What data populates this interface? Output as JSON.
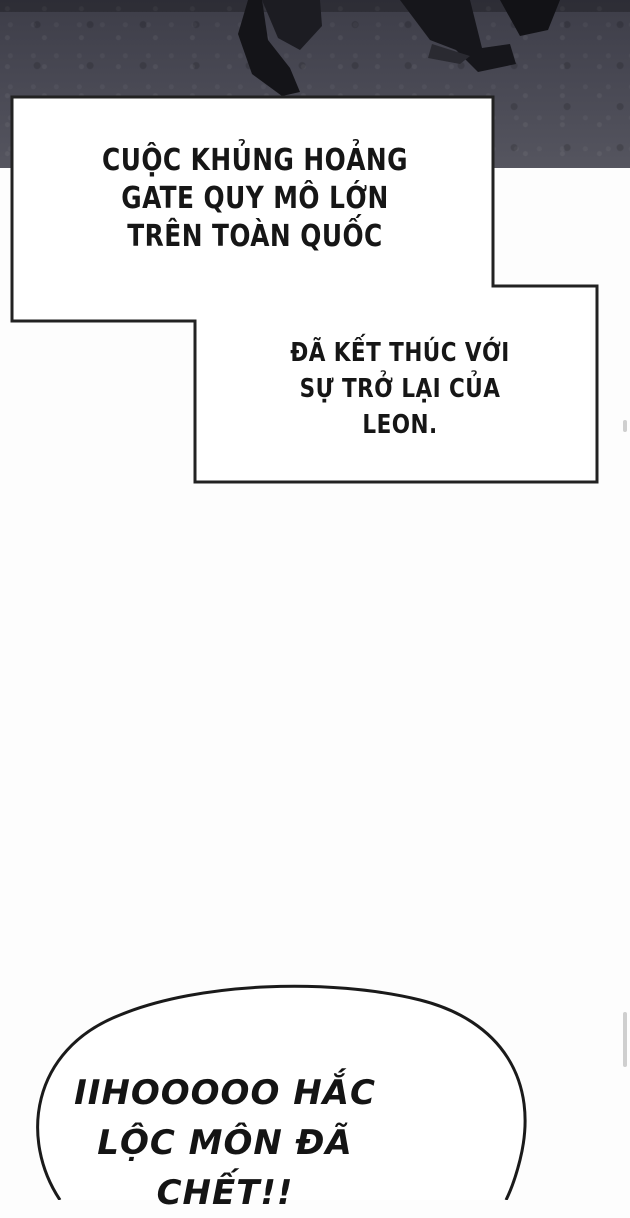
{
  "panel_top": {
    "description_icon": "dark-street-scene-with-legs"
  },
  "narration_box_1": {
    "lines": [
      "CUỘC KHỦNG HOẢNG",
      "GATE QUY MÔ LỚN",
      "TRÊN TOÀN QUỐC"
    ]
  },
  "narration_box_2": {
    "lines": [
      "ĐÃ KẾT THÚC VỚI",
      "SỰ TRỞ LẠI CỦA",
      "LEON."
    ]
  },
  "speech_bubble": {
    "lines": [
      "IIHOOOOO HẮC",
      "LỘC MÔN ĐÃ",
      "CHẾT!!"
    ]
  },
  "colors": {
    "scene_background": "#45454f",
    "box_border": "#222222",
    "box_fill": "#ffffff",
    "page_background": "#fdfdfd"
  }
}
